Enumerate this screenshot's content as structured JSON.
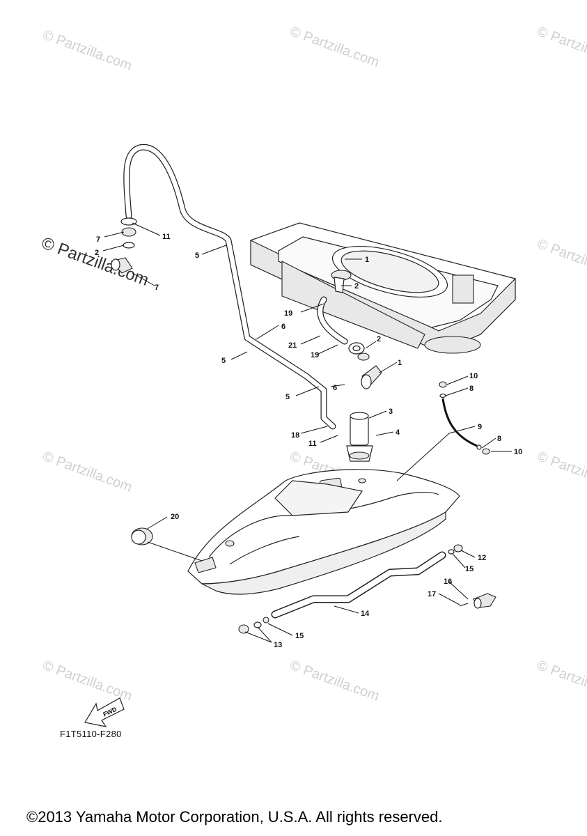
{
  "diagram_code": "F1T5110-F280",
  "copyright": "©2013 Yamaha Motor Corporation, U.S.A. All rights reserved.",
  "watermark": "© Partzilla.com",
  "fwd_arrow_label": "FWD",
  "callouts": [
    "1",
    "1",
    "2",
    "2",
    "2",
    "3",
    "4",
    "5",
    "5",
    "5",
    "6",
    "6",
    "7",
    "7",
    "8",
    "8",
    "9",
    "10",
    "10",
    "11",
    "11",
    "12",
    "13",
    "14",
    "15",
    "15",
    "16",
    "17",
    "18",
    "19",
    "19",
    "20",
    "21"
  ]
}
